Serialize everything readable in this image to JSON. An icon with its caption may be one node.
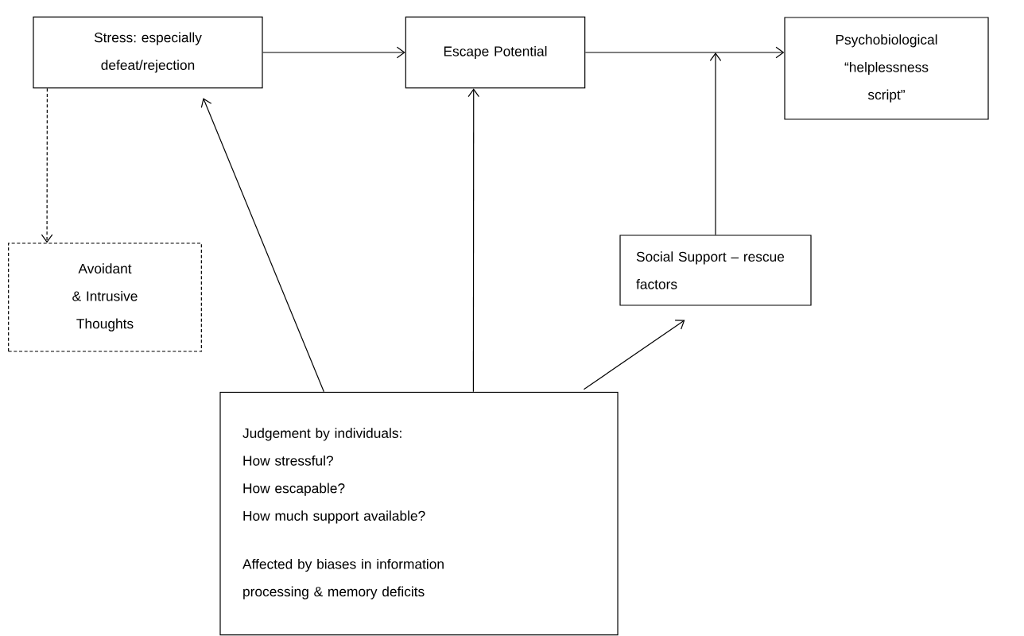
{
  "diagram": {
    "nodes": [
      {
        "text": [
          "Stress: especially defeat/rejection"
        ]
      },
      {
        "text": [
          "Escape Potential"
        ]
      },
      {
        "text": [
          "Psychobiological “helplessness script”"
        ]
      },
      {
        "text": [
          "Avoidant & Intrusive Thoughts"
        ]
      },
      {
        "text": [
          "Social Support – rescue factors"
        ]
      },
      {
        "text": [
          "Judgement by individuals:",
          "How stressful?",
          "How escapable?",
          "How much support available?",
          "Affected by biases in information processing & memory deficits"
        ]
      }
    ],
    "edges": [
      {
        "from": 0,
        "to": 1,
        "arrow": "to"
      },
      {
        "from": 1,
        "to": 2,
        "arrow": "to"
      },
      {
        "from": 4,
        "to": null,
        "arrow": "to"
      },
      {
        "from": 0,
        "to": 3,
        "arrow": "to",
        "style": "dashed"
      },
      {
        "from": 5,
        "to": 0,
        "arrow": "to"
      },
      {
        "from": 5,
        "to": 1,
        "arrow": "to"
      },
      {
        "from": 5,
        "to": 4,
        "arrow": "to"
      }
    ]
  }
}
